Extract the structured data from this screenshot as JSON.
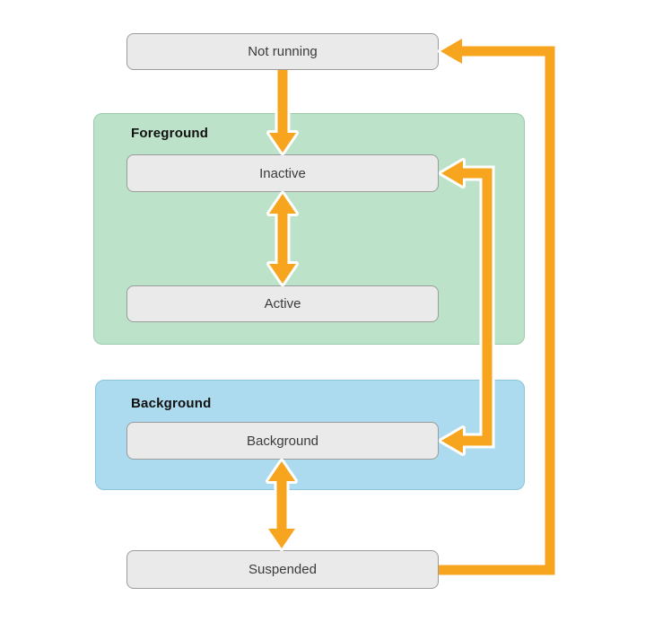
{
  "groups": {
    "foreground": {
      "label": "Foreground"
    },
    "background_group": {
      "label": "Background"
    }
  },
  "nodes": {
    "not_running": {
      "label": "Not running"
    },
    "inactive": {
      "label": "Inactive"
    },
    "active": {
      "label": "Active"
    },
    "background": {
      "label": "Background"
    },
    "suspended": {
      "label": "Suspended"
    }
  },
  "edges": [
    {
      "from": "not_running",
      "to": "inactive",
      "direction": "one-way"
    },
    {
      "from": "inactive",
      "to": "active",
      "direction": "two-way"
    },
    {
      "from": "inactive",
      "to": "background",
      "direction": "two-way"
    },
    {
      "from": "background",
      "to": "suspended",
      "direction": "two-way"
    },
    {
      "from": "suspended",
      "to": "not_running",
      "direction": "one-way"
    }
  ],
  "colors": {
    "arrow_orange": "#F7A41E",
    "foreground_fill": "#BCE2C9",
    "foreground_border": "#9BCBAA",
    "background_fill": "#ACDAEE",
    "background_border": "#8BC4DC",
    "node_fill": "#EAEAEA",
    "node_border": "#9B9B9B",
    "node_text": "#3B3B3B",
    "label_text": "#111111",
    "canvas_bg": "#FFFFFF"
  }
}
